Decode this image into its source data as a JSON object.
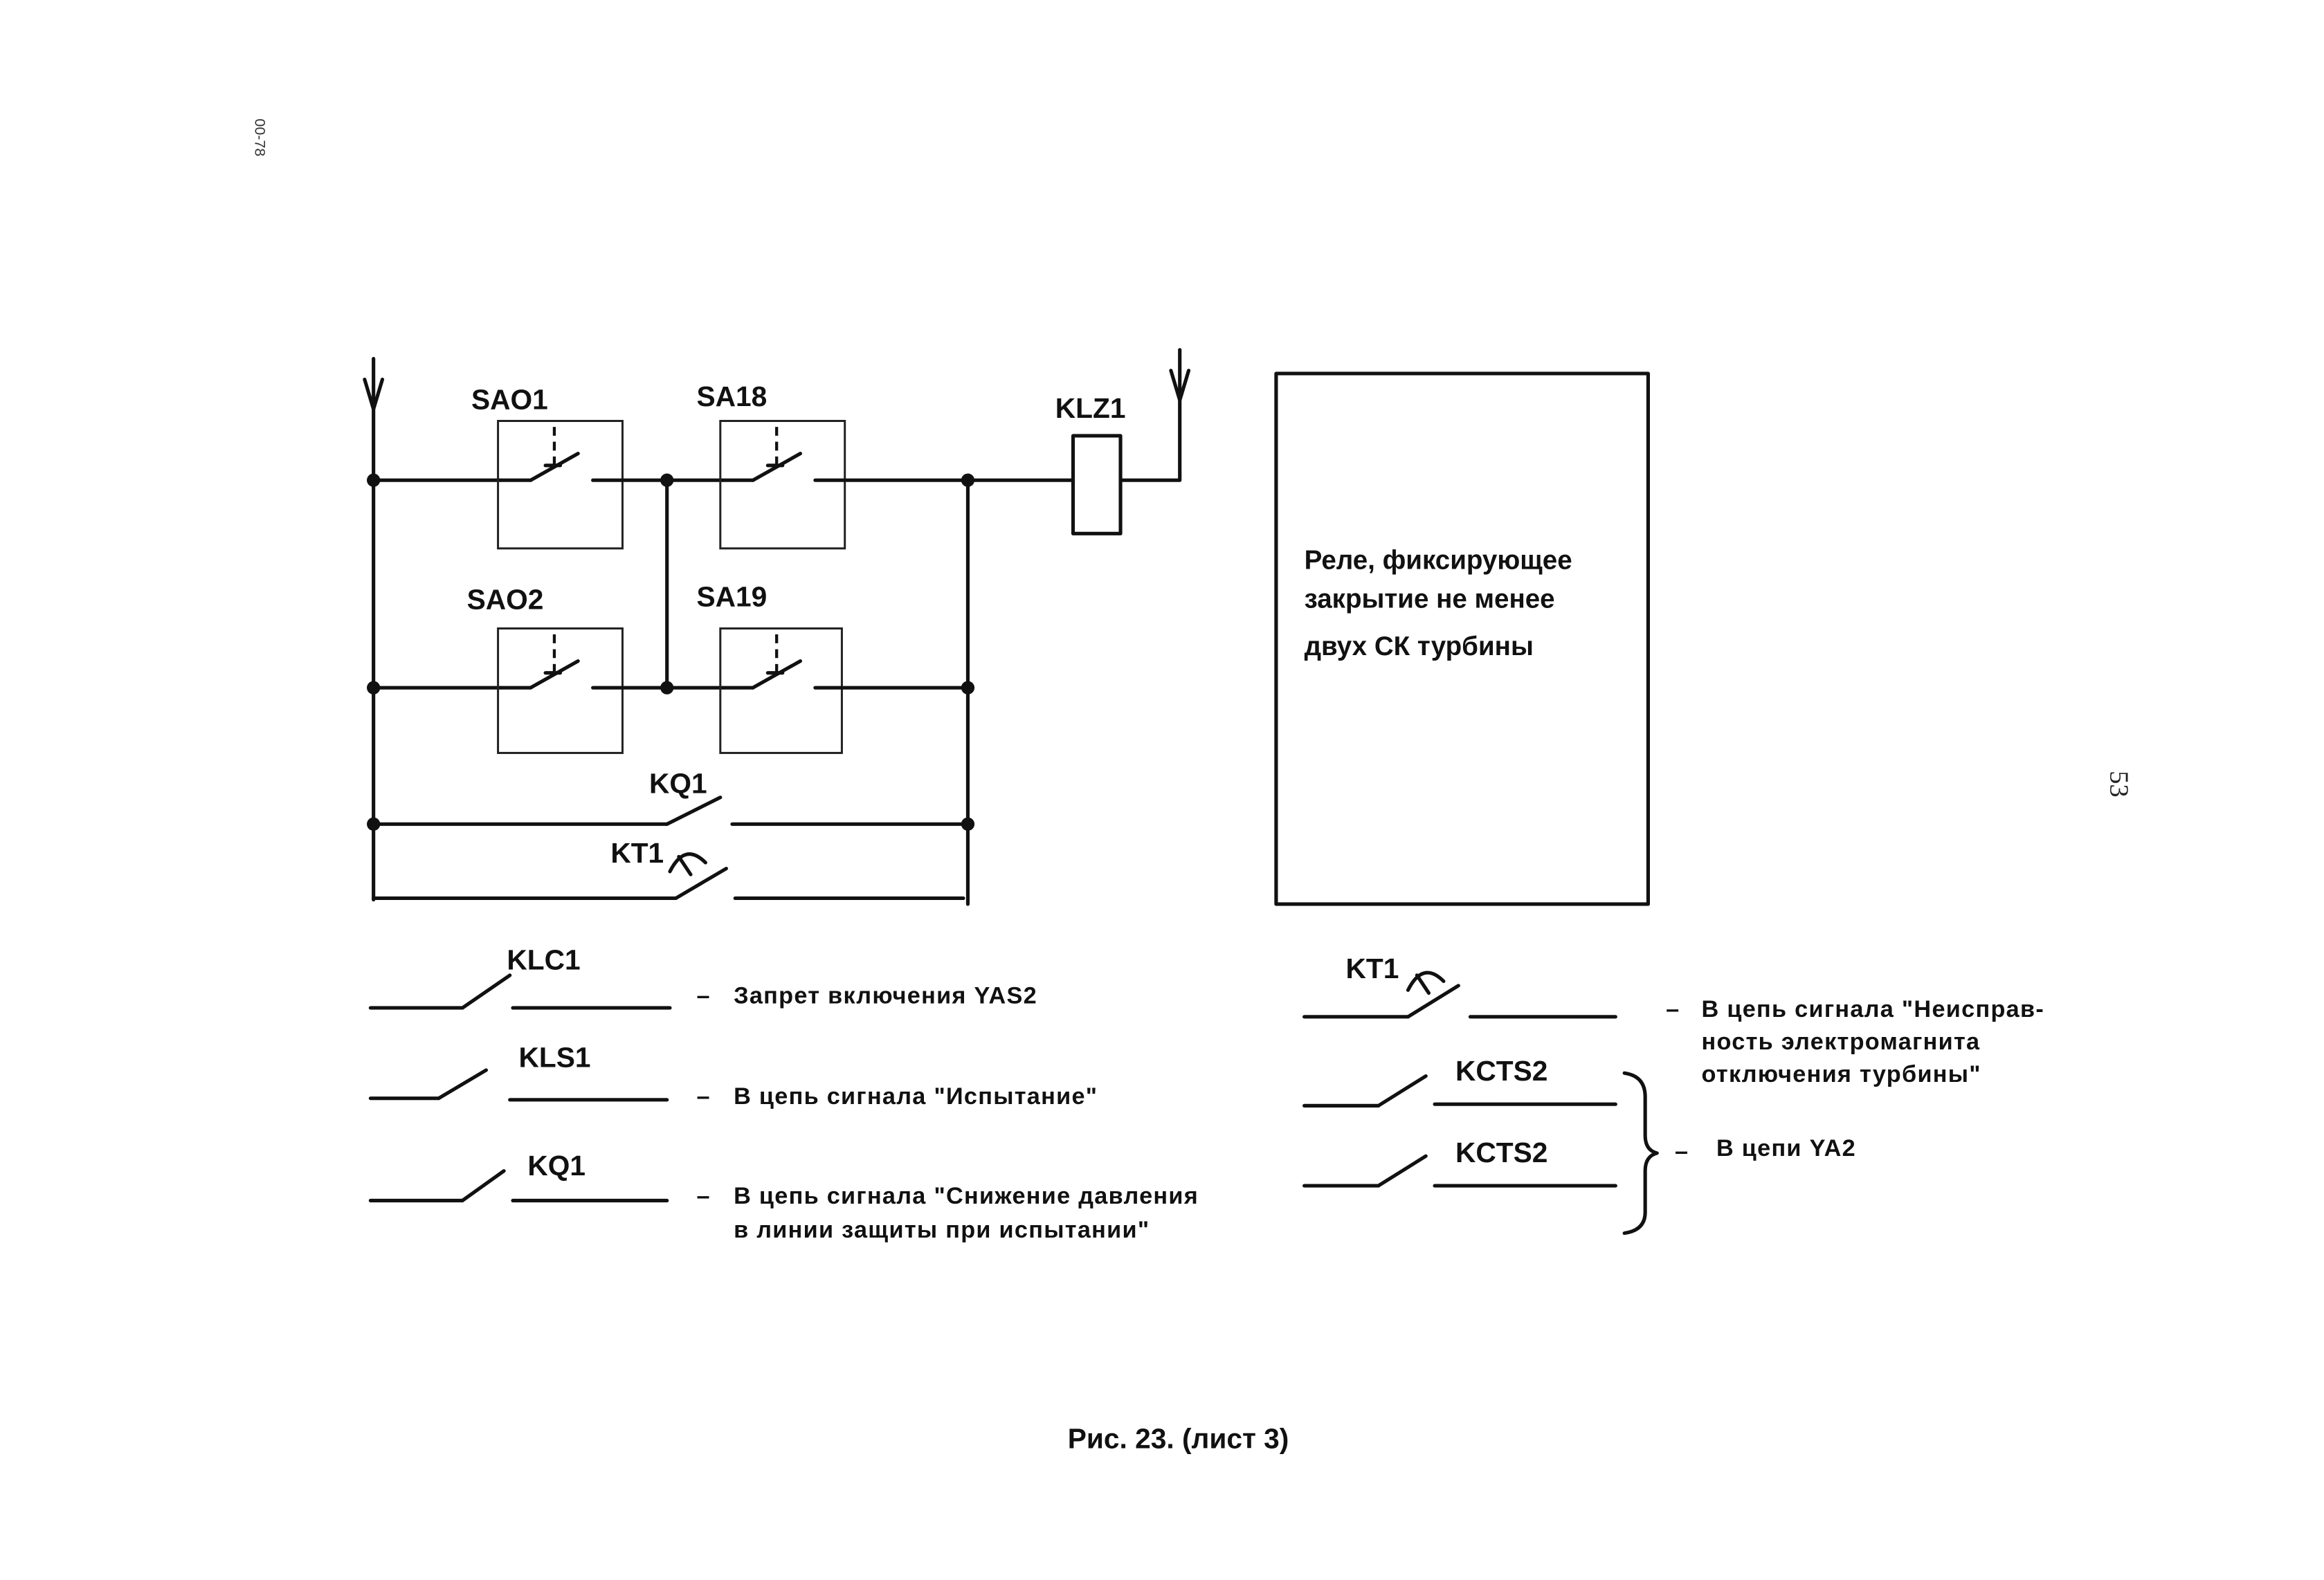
{
  "sheet_code": "00-78",
  "page_number": "53",
  "caption": "Рис. 23. (лист 3)",
  "circuit": {
    "switches": {
      "sao1": "SAO1",
      "sa18": "SA18",
      "sao2": "SAO2",
      "sa19": "SA19",
      "kq1": "KQ1",
      "kt1": "KT1"
    },
    "relay_label": "KLZ1",
    "relay_box": {
      "line1": "Реле, фиксирующее",
      "line2": "закрытие не менее",
      "line3": "двух СК турбины"
    }
  },
  "contacts_left": [
    {
      "label": "KLC1",
      "dash": "–",
      "text1": "Запрет включения YAS2",
      "text2": ""
    },
    {
      "label": "KLS1",
      "dash": "–",
      "text1": "В цепь сигнала \"Испытание\"",
      "text2": ""
    },
    {
      "label": "KQ1",
      "dash": "–",
      "text1": "В цепь сигнала \"Снижение давления",
      "text2": "в линии защиты при испытании\""
    }
  ],
  "contacts_right": {
    "kt1": {
      "label": "KT1",
      "dash": "–",
      "text1": "В цепь сигнала \"Неисправ-",
      "text2": "ность электромагнита",
      "text3": "отключения турбины\""
    },
    "kcts2_a": {
      "label": "KCTS2"
    },
    "kcts2_b": {
      "label": "KCTS2"
    },
    "brace_dash": "–",
    "brace_text": "В цепи YA2"
  }
}
